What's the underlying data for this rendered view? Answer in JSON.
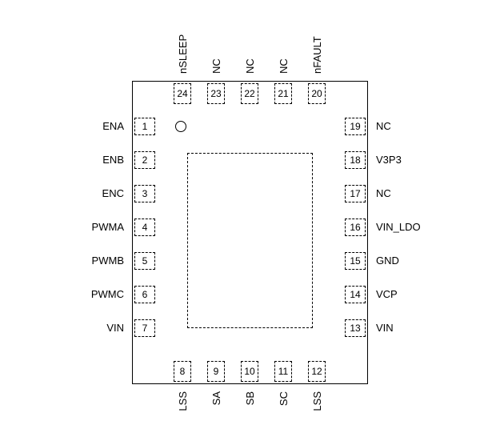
{
  "colors": {
    "ink": "#000000",
    "background": "#ffffff"
  },
  "package": {
    "pins": {
      "top": [
        {
          "number": "24",
          "label": "nSLEEP"
        },
        {
          "number": "23",
          "label": "NC"
        },
        {
          "number": "22",
          "label": "NC"
        },
        {
          "number": "21",
          "label": "NC"
        },
        {
          "number": "20",
          "label": "nFAULT"
        }
      ],
      "left": [
        {
          "number": "1",
          "label": "ENA"
        },
        {
          "number": "2",
          "label": "ENB"
        },
        {
          "number": "3",
          "label": "ENC"
        },
        {
          "number": "4",
          "label": "PWMA"
        },
        {
          "number": "5",
          "label": "PWMB"
        },
        {
          "number": "6",
          "label": "PWMC"
        },
        {
          "number": "7",
          "label": "VIN"
        }
      ],
      "right": [
        {
          "number": "19",
          "label": "NC"
        },
        {
          "number": "18",
          "label": "V3P3"
        },
        {
          "number": "17",
          "label": "NC"
        },
        {
          "number": "16",
          "label": "VIN_LDO"
        },
        {
          "number": "15",
          "label": "GND"
        },
        {
          "number": "14",
          "label": "VCP"
        },
        {
          "number": "13",
          "label": "VIN"
        }
      ],
      "bottom": [
        {
          "number": "8",
          "label": "LSS"
        },
        {
          "number": "9",
          "label": "SA"
        },
        {
          "number": "10",
          "label": "SB"
        },
        {
          "number": "11",
          "label": "SC"
        },
        {
          "number": "12",
          "label": "LSS"
        }
      ]
    }
  }
}
